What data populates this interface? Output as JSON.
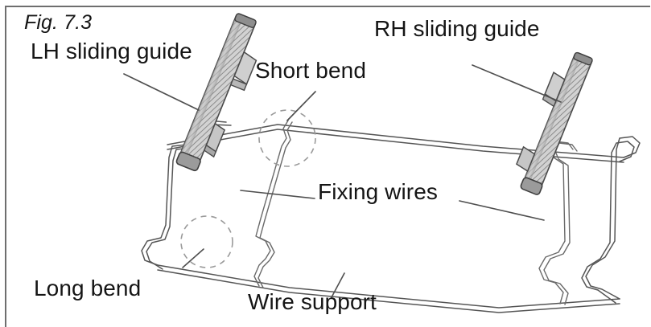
{
  "figure": {
    "number": "Fig. 7.3",
    "border_color": "#6e6e6e",
    "line_color": "#3a3a3a",
    "hatch_color": "#8a8a8a",
    "text_color": "#151515",
    "background": "#ffffff"
  },
  "callouts": {
    "lh_sliding_guide": "LH sliding guide",
    "rh_sliding_guide": "RH sliding guide",
    "short_bend": "Short bend",
    "long_bend": "Long bend",
    "fixing_wires": "Fixing wires",
    "wire_support": "Wire support"
  },
  "parts": {
    "lh_rail_name": "lh-sliding-guide-rail",
    "rh_rail_name": "rh-sliding-guide-rail",
    "wire_support_frame_name": "wire-support-frame",
    "fixing_wire_left_name": "fixing-wire-left",
    "fixing_wire_right_name": "fixing-wire-right",
    "short_bend_marker": "short-bend-highlight-circle",
    "long_bend_marker": "long-bend-highlight-circle"
  }
}
